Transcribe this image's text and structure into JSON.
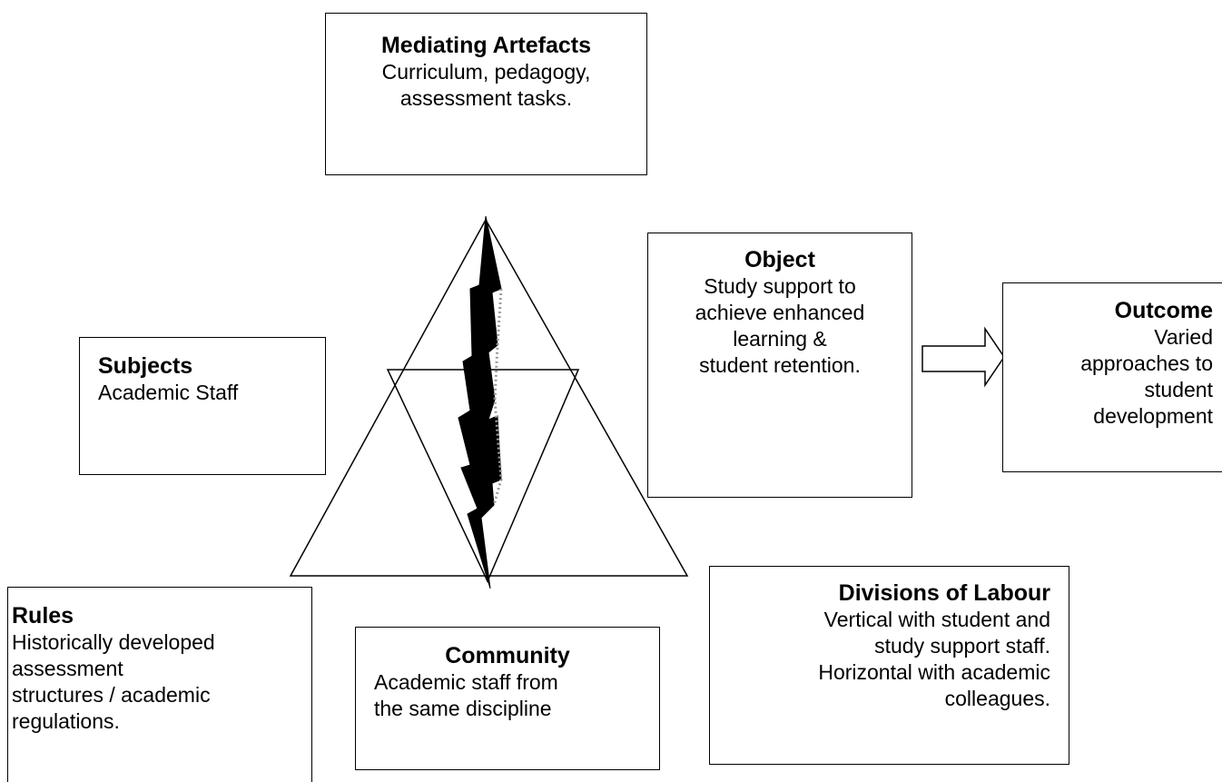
{
  "mediating_artefacts": {
    "title": "Mediating Artefacts",
    "lines": [
      "Curriculum, pedagogy,",
      "assessment tasks."
    ]
  },
  "object": {
    "title": "Object",
    "lines": [
      "Study support to",
      "achieve enhanced",
      "learning &",
      "student retention."
    ]
  },
  "outcome": {
    "title": "Outcome",
    "lines": [
      "Varied",
      "approaches to",
      "student",
      "development"
    ]
  },
  "subjects": {
    "title": "Subjects",
    "lines": [
      "Academic Staff"
    ]
  },
  "rules": {
    "title": "Rules",
    "lines": [
      "Historically developed",
      "assessment",
      "structures / academic",
      "regulations."
    ]
  },
  "community": {
    "title": "Community",
    "lines": [
      "Academic staff from",
      "the same discipline"
    ]
  },
  "divisions_of_labour": {
    "title": "Divisions of Labour",
    "lines": [
      "Vertical with student and",
      "study support staff.",
      "Horizontal with academic",
      "colleagues."
    ]
  }
}
